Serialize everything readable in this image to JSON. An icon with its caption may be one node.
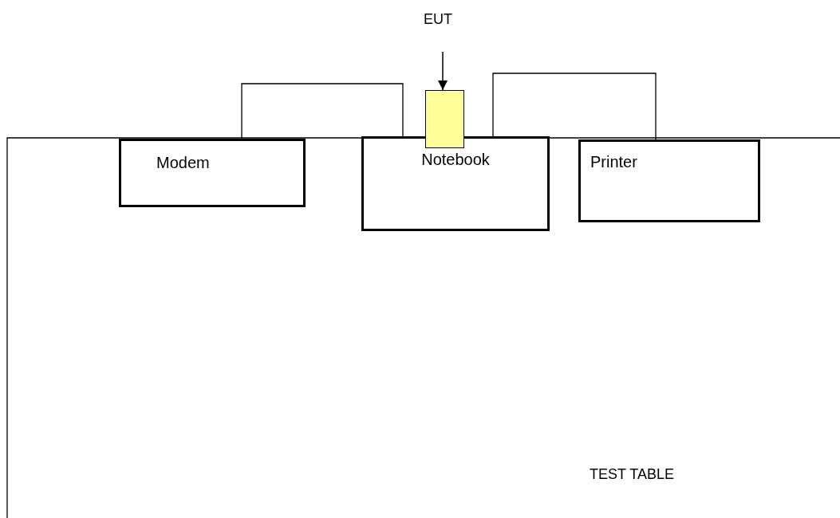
{
  "diagram": {
    "nodes": [
      {
        "text": [
          "EUT"
        ]
      },
      {
        "text": [
          "Modem"
        ]
      },
      {
        "text": [
          "Notebook"
        ]
      },
      {
        "text": [
          "Printer"
        ]
      },
      {
        "text": [],
        "shape": "box"
      }
    ],
    "edges": [
      {
        "from": 0,
        "to": 4,
        "arrow": "to"
      },
      {
        "from": 1,
        "to": 2,
        "arrow": "none"
      },
      {
        "from": 2,
        "to": 3,
        "arrow": "none"
      }
    ],
    "labels": [
      "TEST TABLE"
    ]
  }
}
